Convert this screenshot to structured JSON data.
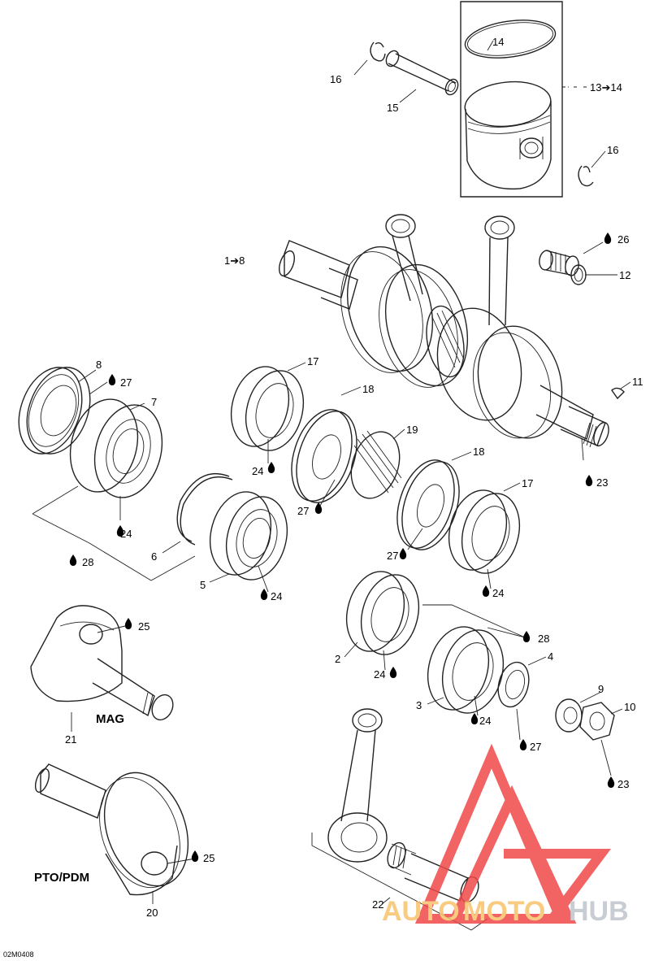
{
  "diagram_code": "02M0408",
  "section_labels": {
    "mag": "MAG",
    "pto": "PTO/PDM"
  },
  "group_labels": {
    "piston_kit": "13➔14",
    "crank_assembly": "1➔8"
  },
  "callouts": {
    "c1": "14",
    "c2": "16",
    "c3": "15",
    "c4": "16",
    "c5": "26",
    "c6": "12",
    "c7": "11",
    "c8": "8",
    "c9": "27",
    "c10": "7",
    "c11": "24",
    "c12": "28",
    "c13": "6",
    "c14": "5",
    "c15": "24",
    "c16": "17",
    "c17": "24",
    "c18": "18",
    "c19": "27",
    "c20": "19",
    "c21": "23",
    "c22": "18",
    "c23": "17",
    "c24": "27",
    "c25": "24",
    "c26": "25",
    "c27": "21",
    "c28": "28",
    "c29": "4",
    "c30": "2",
    "c31": "24",
    "c32": "3",
    "c33": "24",
    "c34": "27",
    "c35": "9",
    "c36": "10",
    "c37": "23",
    "c38": "25",
    "c39": "20",
    "c40": "22"
  },
  "watermark": {
    "part1": "AUTO",
    "part2": "MOTO",
    "part3": "HUB"
  },
  "colors": {
    "line": "#222222",
    "watermark_red": "#f04848",
    "watermark_orange": "#f7c36a",
    "watermark_gray": "#bfc5cc"
  }
}
